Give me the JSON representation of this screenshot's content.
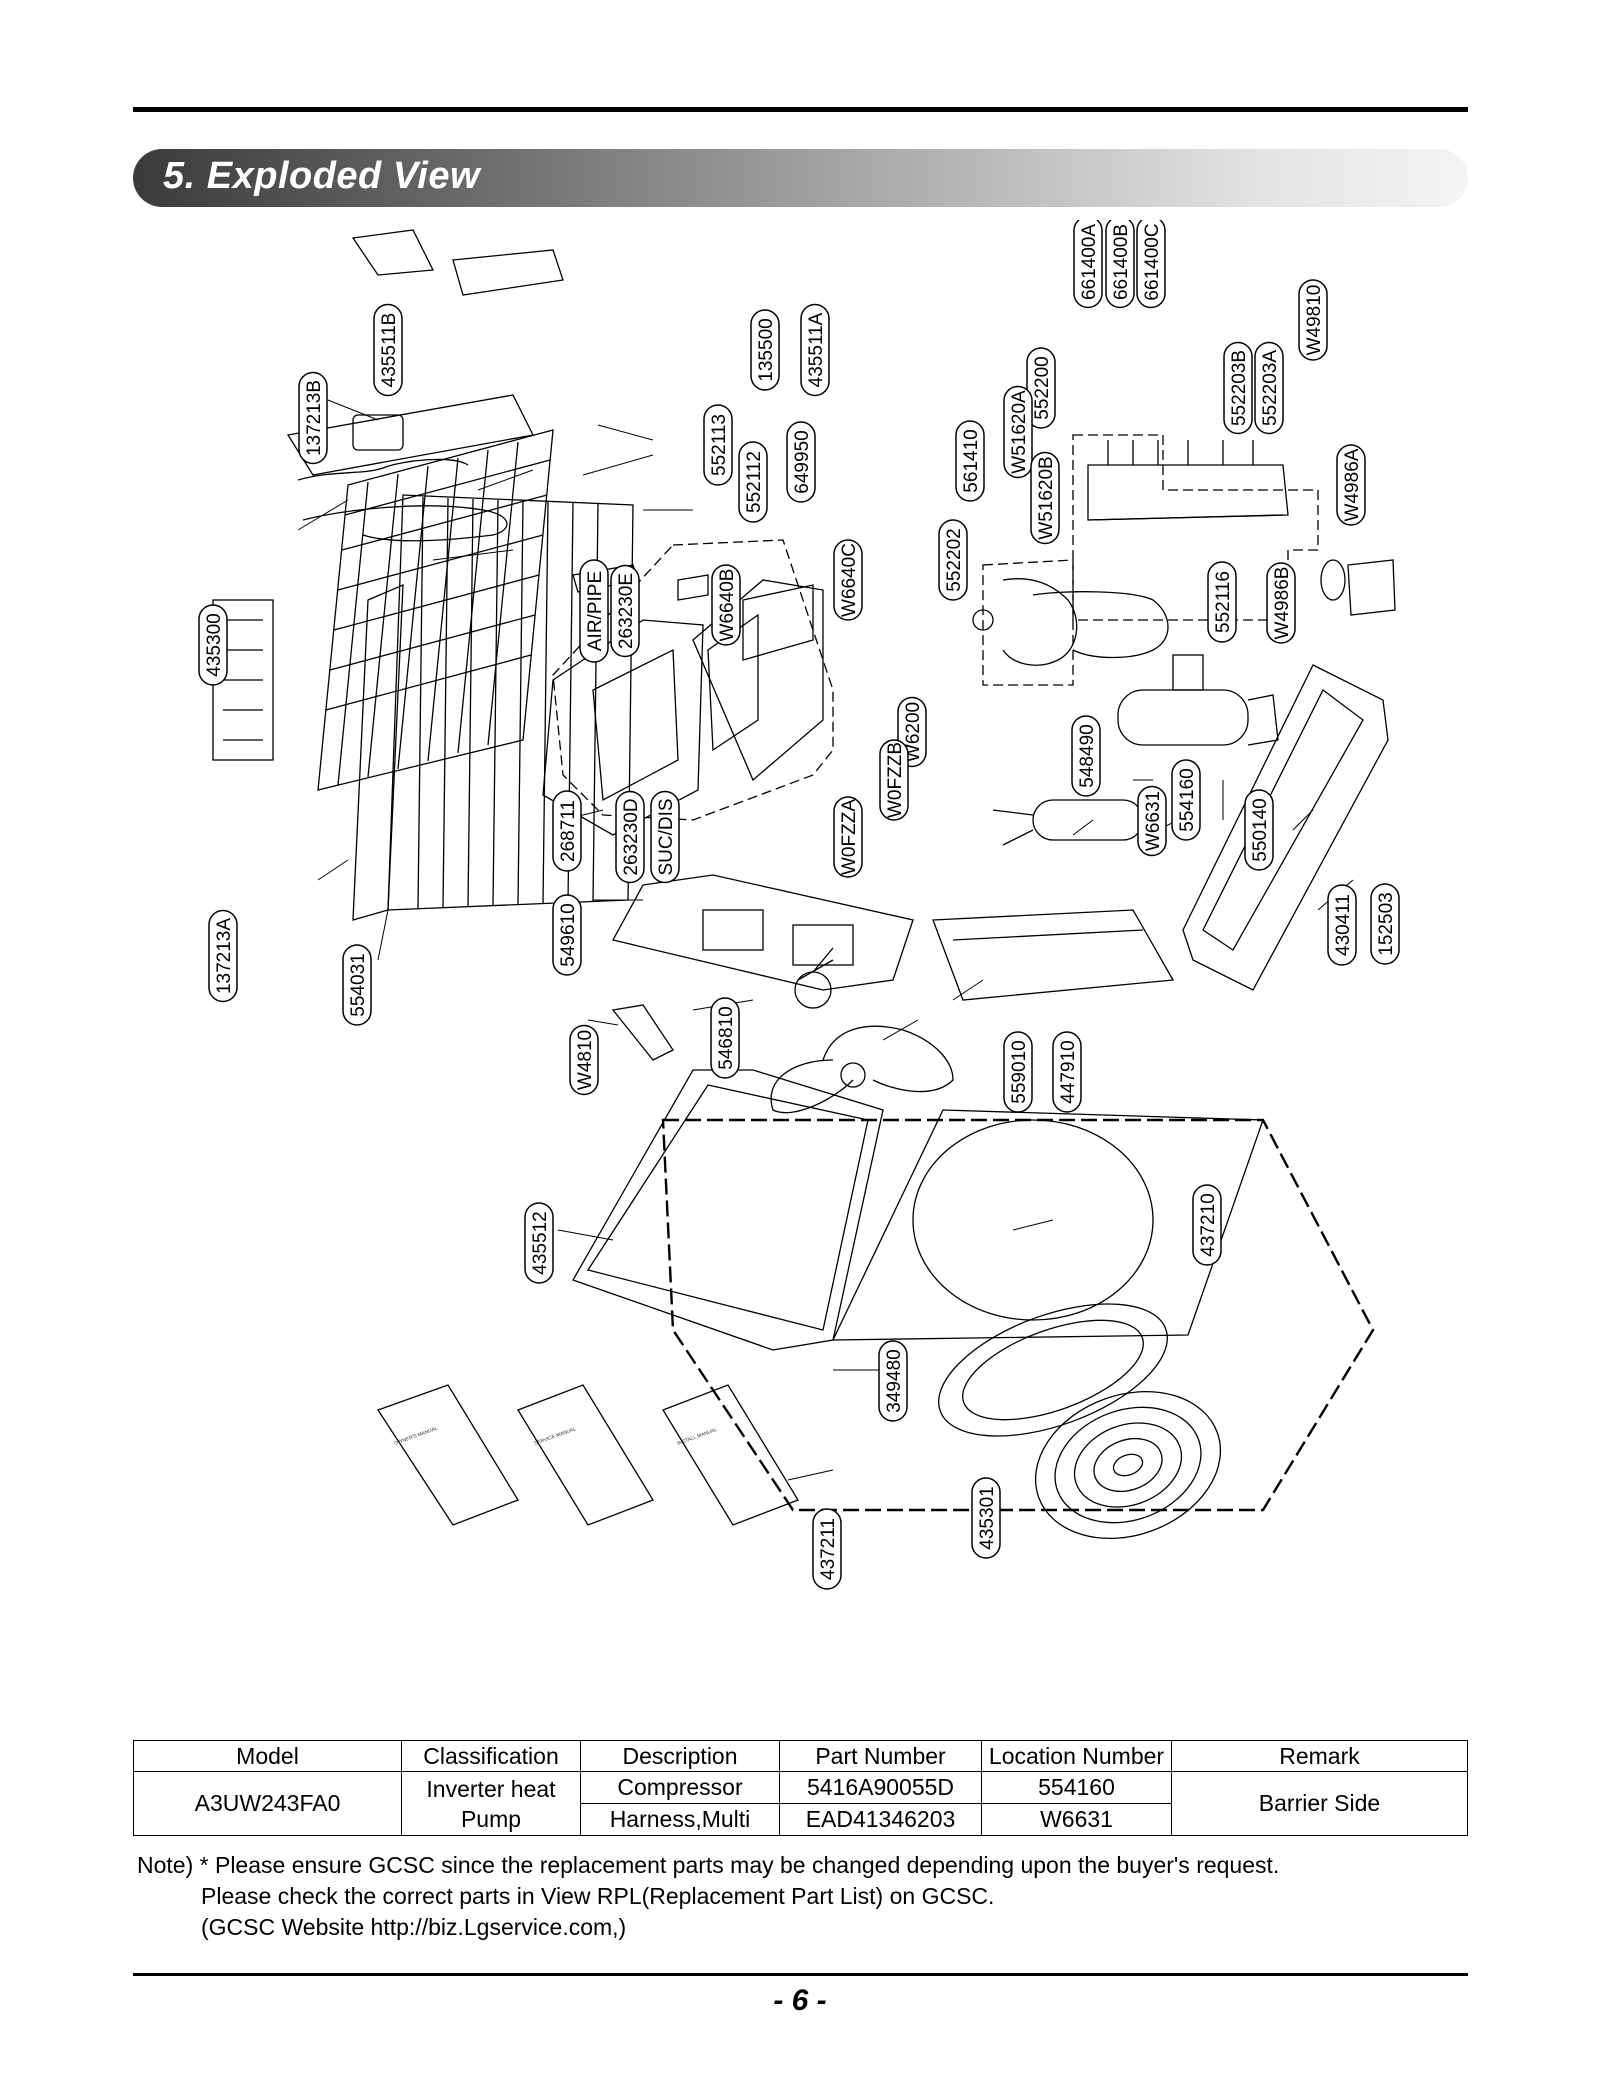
{
  "header": {
    "title": "5. Exploded View"
  },
  "diagram": {
    "callouts": [
      "661400A",
      "661400B",
      "661400C",
      "W49810",
      "435511B",
      "135500",
      "435511A",
      "552200",
      "552203B",
      "552203A",
      "137213B",
      "552113",
      "552112",
      "649950",
      "W51620A",
      "561410",
      "W51620B",
      "W4986A",
      "AIR/PIPE",
      "263230E",
      "W6640B",
      "W6640C",
      "552202",
      "552116",
      "W4986B",
      "435300",
      "W6200",
      "548490",
      "W0FZZB",
      "W6631",
      "554160",
      "550140",
      "268711",
      "263230D",
      "SUC/DIS",
      "W0FZZA",
      "137213A",
      "554031",
      "549610",
      "430411",
      "152503",
      "W4810",
      "546810",
      "559010",
      "447910",
      "435512",
      "437210",
      "349480",
      "437211",
      "435301"
    ],
    "manual_labels": [
      "OWNER'S MANUAL",
      "SERVICE MANUAL",
      "INSTALL MANUAL"
    ]
  },
  "table": {
    "headers": [
      "Model",
      "Classification",
      "Description",
      "Part Number",
      "Location Number",
      "Remark"
    ],
    "model": "A3UW243FA0",
    "classification": "Inverter heat Pump",
    "rows": [
      {
        "description": "Compressor",
        "part_number": "5416A90055D",
        "location": "554160"
      },
      {
        "description": "Harness,Multi",
        "part_number": "EAD41346203",
        "location": "W6631"
      }
    ],
    "remark": "Barrier Side"
  },
  "note": {
    "line1": "Note) * Please ensure GCSC since the replacement parts may be changed depending upon the buyer's request.",
    "line2": "Please check  the correct parts in View RPL(Replacement Part List) on GCSC.",
    "line3": "(GCSC Website  http://biz.Lgservice.com,)"
  },
  "footer": {
    "page": "- 6 -"
  }
}
